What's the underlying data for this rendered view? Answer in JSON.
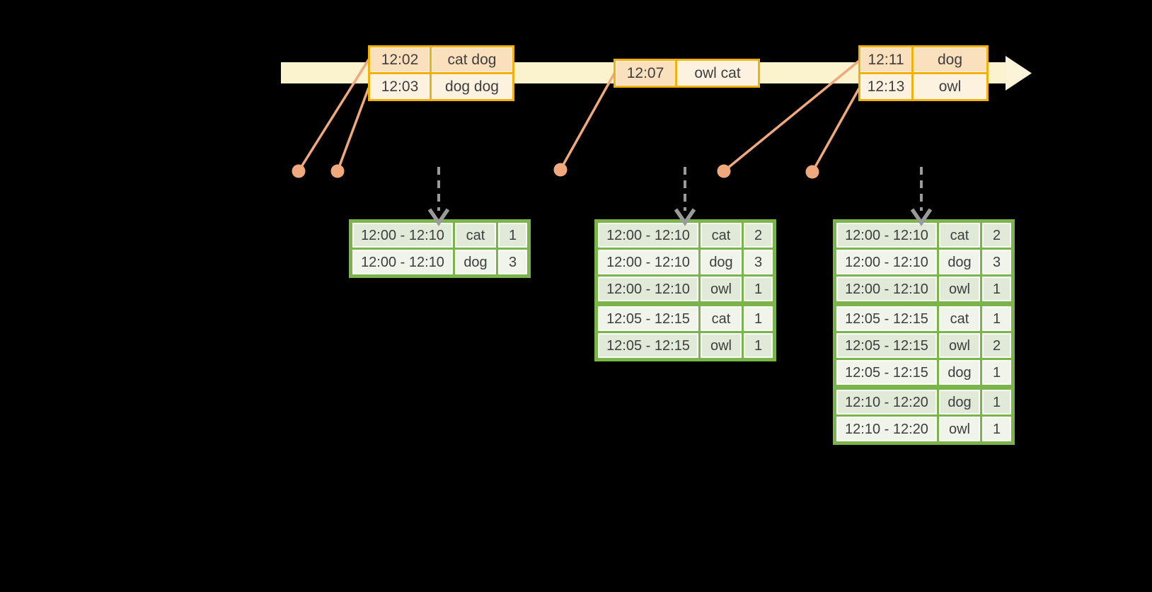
{
  "colors": {
    "background": "#000000",
    "timeline_fill": "#FBF2CE",
    "event_table_border": "#F2B00A",
    "event_row_dark": "#FAE0BD",
    "event_row_light": "#FDF1DF",
    "connector_salmon": "#F0A87D",
    "result_table_border": "#7BB44A",
    "result_row_dark": "#E1EAD8",
    "result_row_light": "#F0F4EA",
    "dashed_arrow_gray": "#9A9A9A",
    "text": "#3E3E3E"
  },
  "icons": {
    "timeline_arrowhead": "right-arrowhead",
    "event_marker": "dot",
    "down_arrow": "dashed-down-arrow"
  },
  "event_tables": [
    {
      "rows": [
        {
          "time": "12:02",
          "words": "cat dog"
        },
        {
          "time": "12:03",
          "words": "dog dog"
        }
      ]
    },
    {
      "rows": [
        {
          "time": "12:07",
          "words": "owl cat"
        }
      ]
    },
    {
      "rows": [
        {
          "time": "12:11",
          "words": "dog"
        },
        {
          "time": "12:13",
          "words": "owl"
        }
      ]
    }
  ],
  "result_tables": [
    {
      "rows": [
        {
          "window": "12:00 - 12:10",
          "word": "cat",
          "count": "1"
        },
        {
          "window": "12:00 - 12:10",
          "word": "dog",
          "count": "3"
        }
      ]
    },
    {
      "rows": [
        {
          "window": "12:00 - 12:10",
          "word": "cat",
          "count": "2"
        },
        {
          "window": "12:00 - 12:10",
          "word": "dog",
          "count": "3"
        },
        {
          "window": "12:00 - 12:10",
          "word": "owl",
          "count": "1"
        },
        {
          "window": "12:05 - 12:15",
          "word": "cat",
          "count": "1"
        },
        {
          "window": "12:05 - 12:15",
          "word": "owl",
          "count": "1"
        }
      ]
    },
    {
      "rows": [
        {
          "window": "12:00 - 12:10",
          "word": "cat",
          "count": "2"
        },
        {
          "window": "12:00 - 12:10",
          "word": "dog",
          "count": "3"
        },
        {
          "window": "12:00 - 12:10",
          "word": "owl",
          "count": "1"
        },
        {
          "window": "12:05 - 12:15",
          "word": "cat",
          "count": "1"
        },
        {
          "window": "12:05 - 12:15",
          "word": "owl",
          "count": "2"
        },
        {
          "window": "12:05 - 12:15",
          "word": "dog",
          "count": "1"
        },
        {
          "window": "12:10 - 12:20",
          "word": "dog",
          "count": "1"
        },
        {
          "window": "12:10 - 12:20",
          "word": "owl",
          "count": "1"
        }
      ]
    }
  ]
}
